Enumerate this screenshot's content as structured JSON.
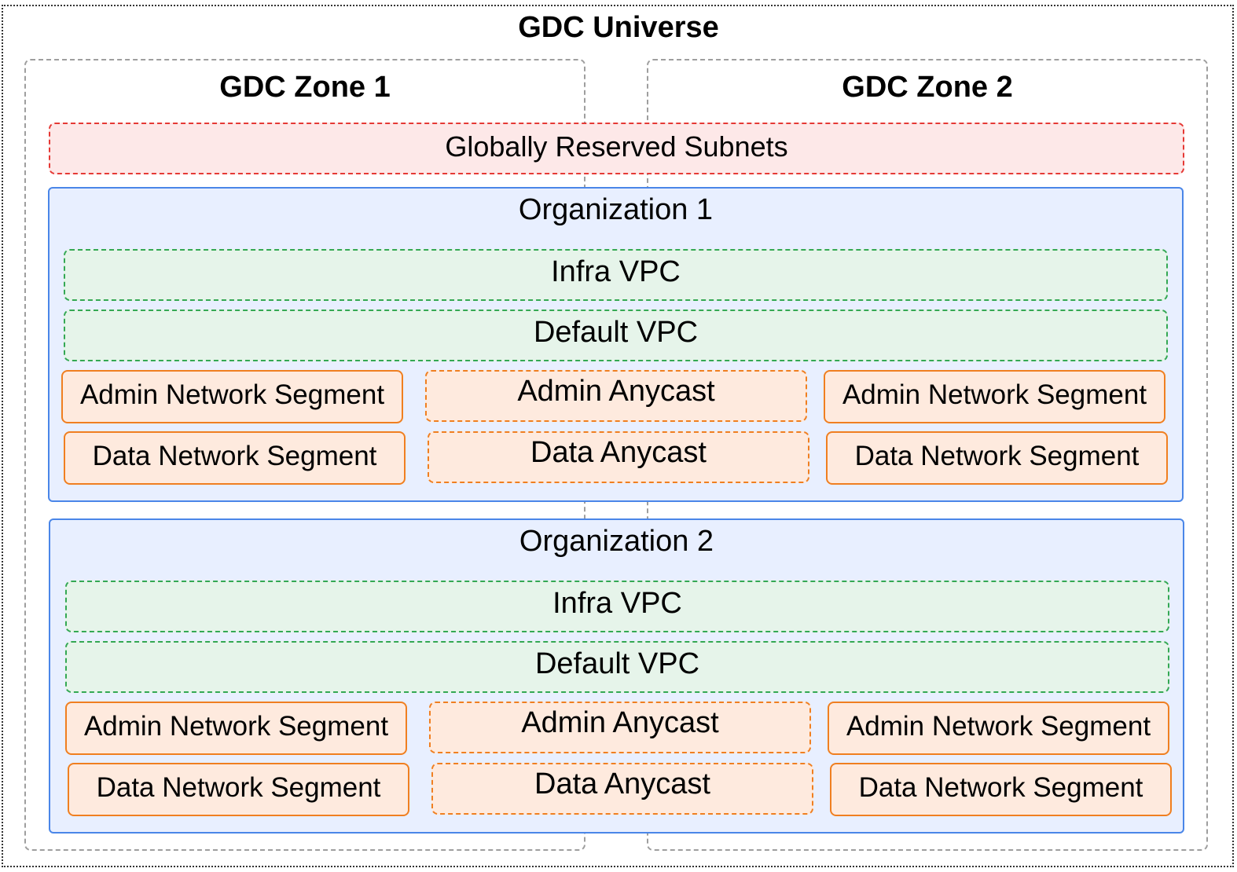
{
  "universe": {
    "title": "GDC Universe"
  },
  "zones": [
    {
      "title": "GDC Zone 1"
    },
    {
      "title": "GDC Zone 2"
    }
  ],
  "reserved": {
    "label": "Globally Reserved Subnets"
  },
  "organizations": [
    {
      "title": "Organization 1",
      "infra_vpc": "Infra VPC",
      "default_vpc": "Default VPC",
      "admin_segment_left": "Admin Network Segment",
      "admin_anycast": "Admin Anycast",
      "admin_segment_right": "Admin Network Segment",
      "data_segment_left": "Data Network Segment",
      "data_anycast": "Data Anycast",
      "data_segment_right": "Data Network Segment"
    },
    {
      "title": "Organization 2",
      "infra_vpc": "Infra VPC",
      "default_vpc": "Default VPC",
      "admin_segment_left": "Admin Network Segment",
      "admin_anycast": "Admin Anycast",
      "admin_segment_right": "Admin Network Segment",
      "data_segment_left": "Data Network Segment",
      "data_anycast": "Data Anycast",
      "data_segment_right": "Data Network Segment"
    }
  ],
  "colors": {
    "reserved_fill": "#fde8e8",
    "reserved_border": "#e53935",
    "org_fill": "#e8efff",
    "org_border": "#4a86e8",
    "vpc_fill": "#e6f4ea",
    "vpc_border": "#34a853",
    "segment_fill": "#feeade",
    "segment_border": "#f07f20"
  }
}
